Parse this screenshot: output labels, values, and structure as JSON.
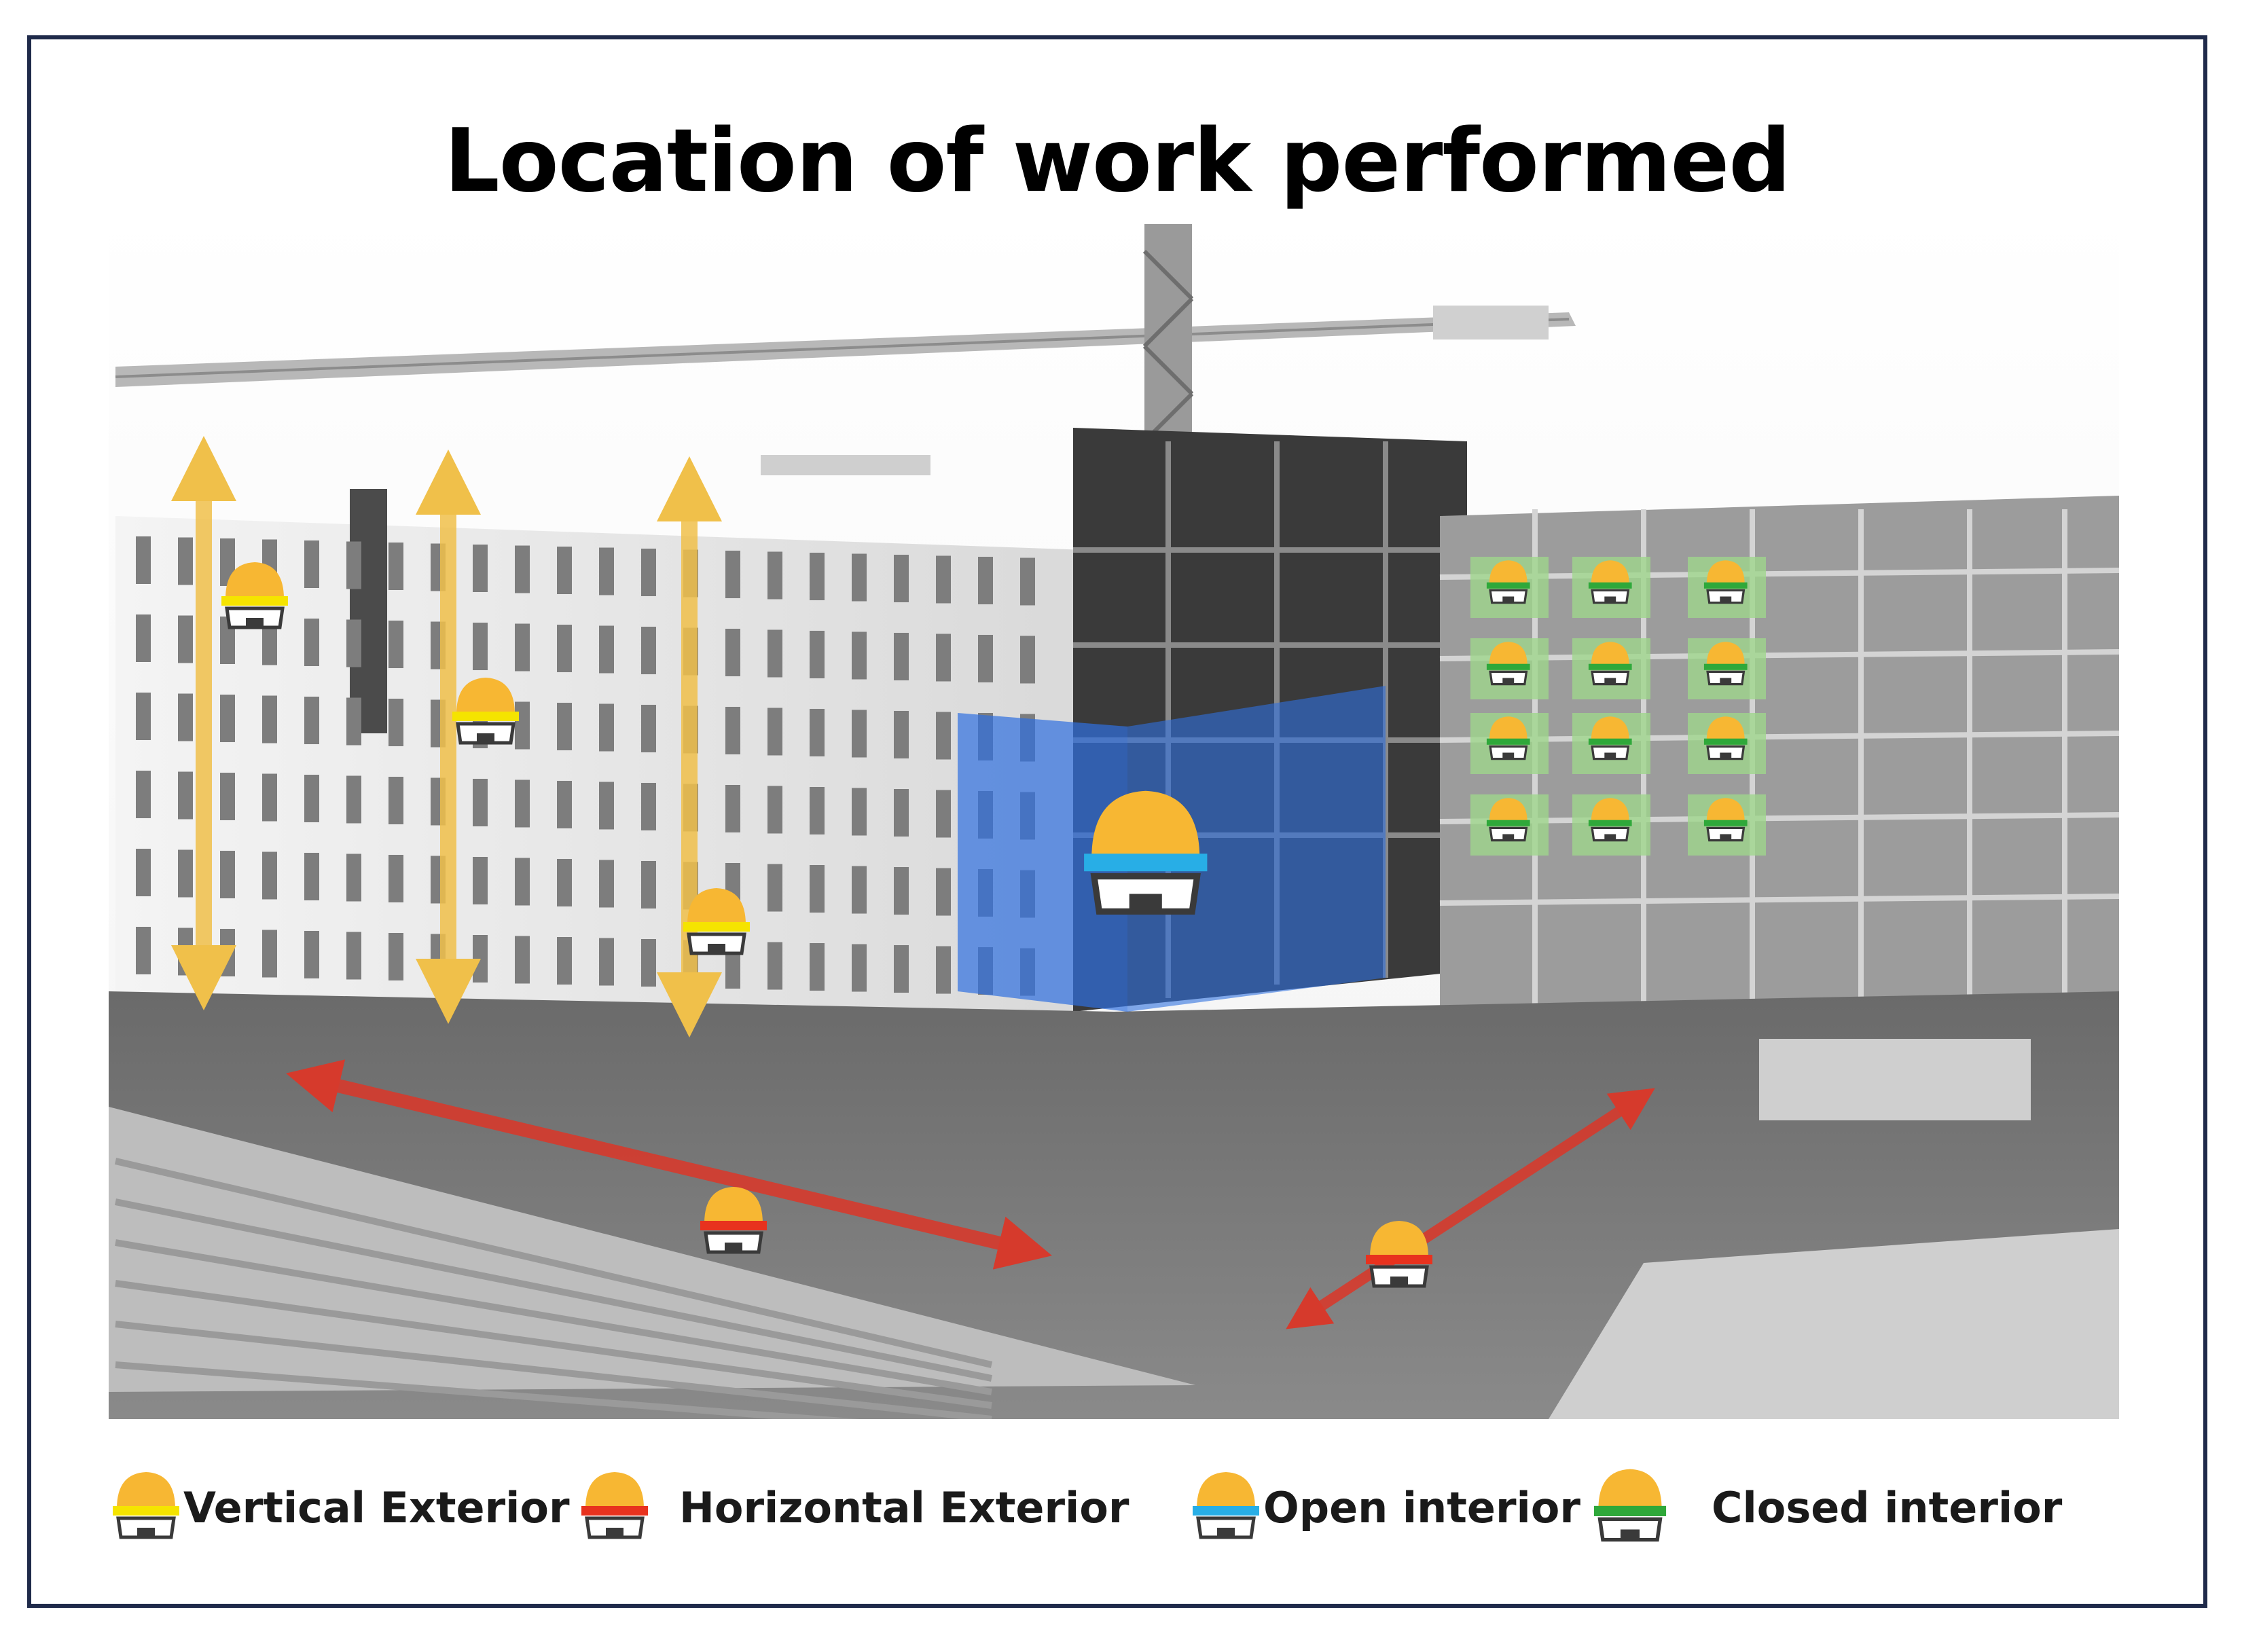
{
  "title": "Location of work performed",
  "legend": [
    {
      "label": "Vertical Exterior",
      "icon": "helmet-yellow-band-icon",
      "band_color": "#f5e400"
    },
    {
      "label": "Horizontal Exterior",
      "icon": "helmet-red-band-icon",
      "band_color": "#e8321e"
    },
    {
      "label": "Open interior",
      "icon": "helmet-blue-band-icon",
      "band_color": "#28aee6"
    },
    {
      "label": "Closed interior",
      "icon": "helmet-green-band-icon",
      "band_color": "#2fa83a"
    }
  ],
  "colors": {
    "helmet": "#f7b733",
    "vertical_arrow": "#f0c04a",
    "horizontal_arrow": "#d63a2c",
    "open_zone": "#2f6fe0",
    "closed_zone": "#9fd68c",
    "frame": "#1f2a4a"
  },
  "scene": {
    "background_icon": "construction-site-building-crane-image"
  }
}
